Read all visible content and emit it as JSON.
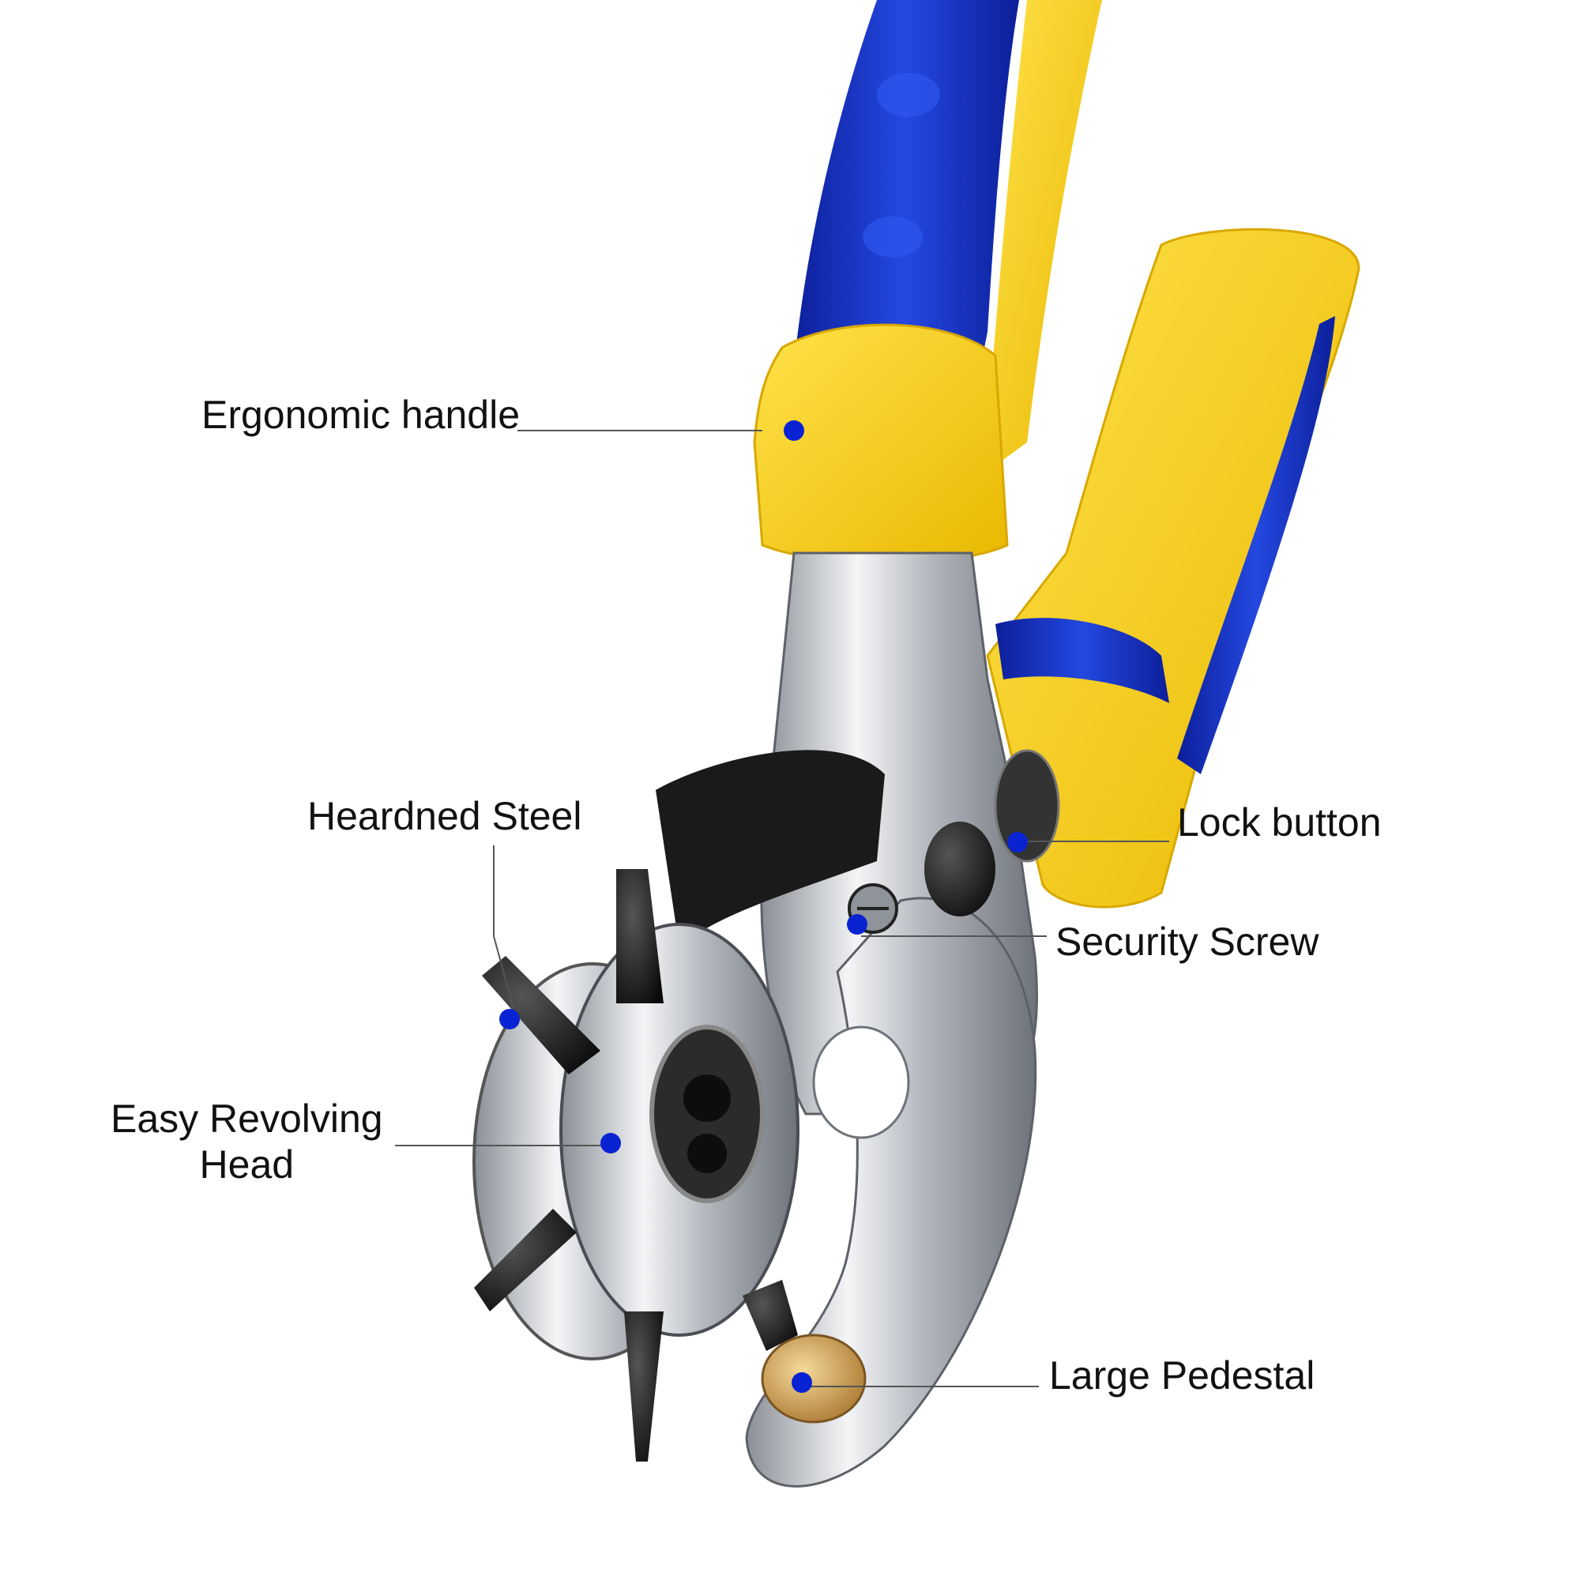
{
  "colors": {
    "handle_blue": "#1432c8",
    "handle_yellow": "#fad21e",
    "steel": "#c8ccd2",
    "black_part": "#141414",
    "brass": "#d2a04a",
    "marker": "#0a23d2",
    "leader_line": "#555555"
  },
  "callouts": {
    "ergonomic_handle": "Ergonomic handle",
    "hardened_steel": "Heardned Steel",
    "revolving_head_line1": "Easy Revolving",
    "revolving_head_line2": "Head",
    "lock_button": "Lock button",
    "security_screw": "Security Screw",
    "large_pedestal": "Large Pedestal"
  }
}
